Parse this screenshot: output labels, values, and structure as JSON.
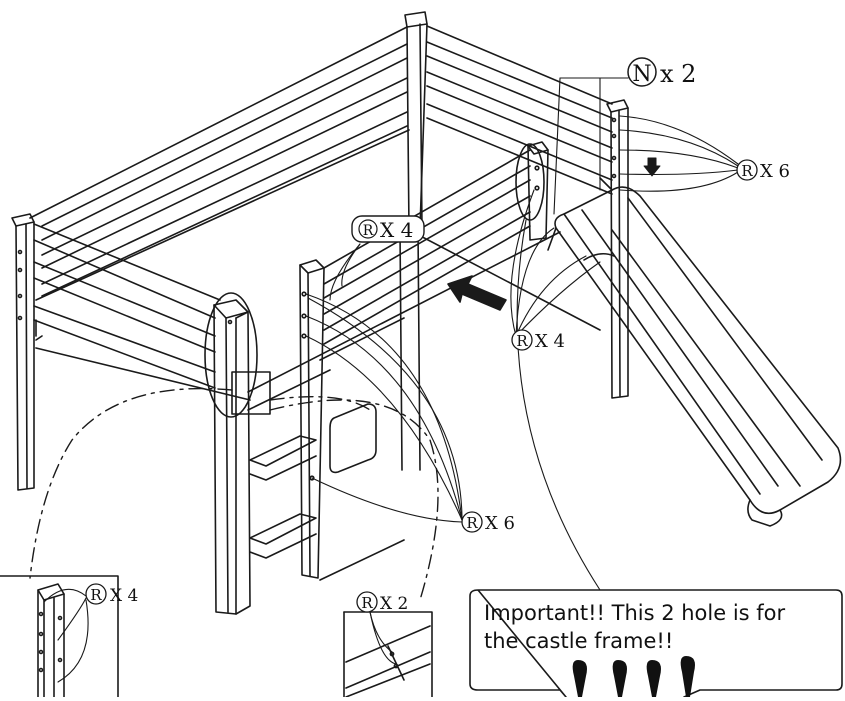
{
  "callouts": {
    "n_top": {
      "letter": "N",
      "qty": "x 2"
    },
    "r_right_top": {
      "letter": "R",
      "qty": "X 6"
    },
    "r_mid": {
      "letter": "R",
      "qty": "X 4"
    },
    "r_slide": {
      "letter": "R",
      "qty": "X 4"
    },
    "r_ladder": {
      "letter": "R",
      "qty": "X 6"
    },
    "r_detail_left": {
      "letter": "R",
      "qty": "X 4"
    },
    "r_detail_mid": {
      "letter": "R",
      "qty": "X 2"
    }
  },
  "note": {
    "line1": "Important!! This 2 hole is for",
    "line2": "the castle frame!!"
  }
}
